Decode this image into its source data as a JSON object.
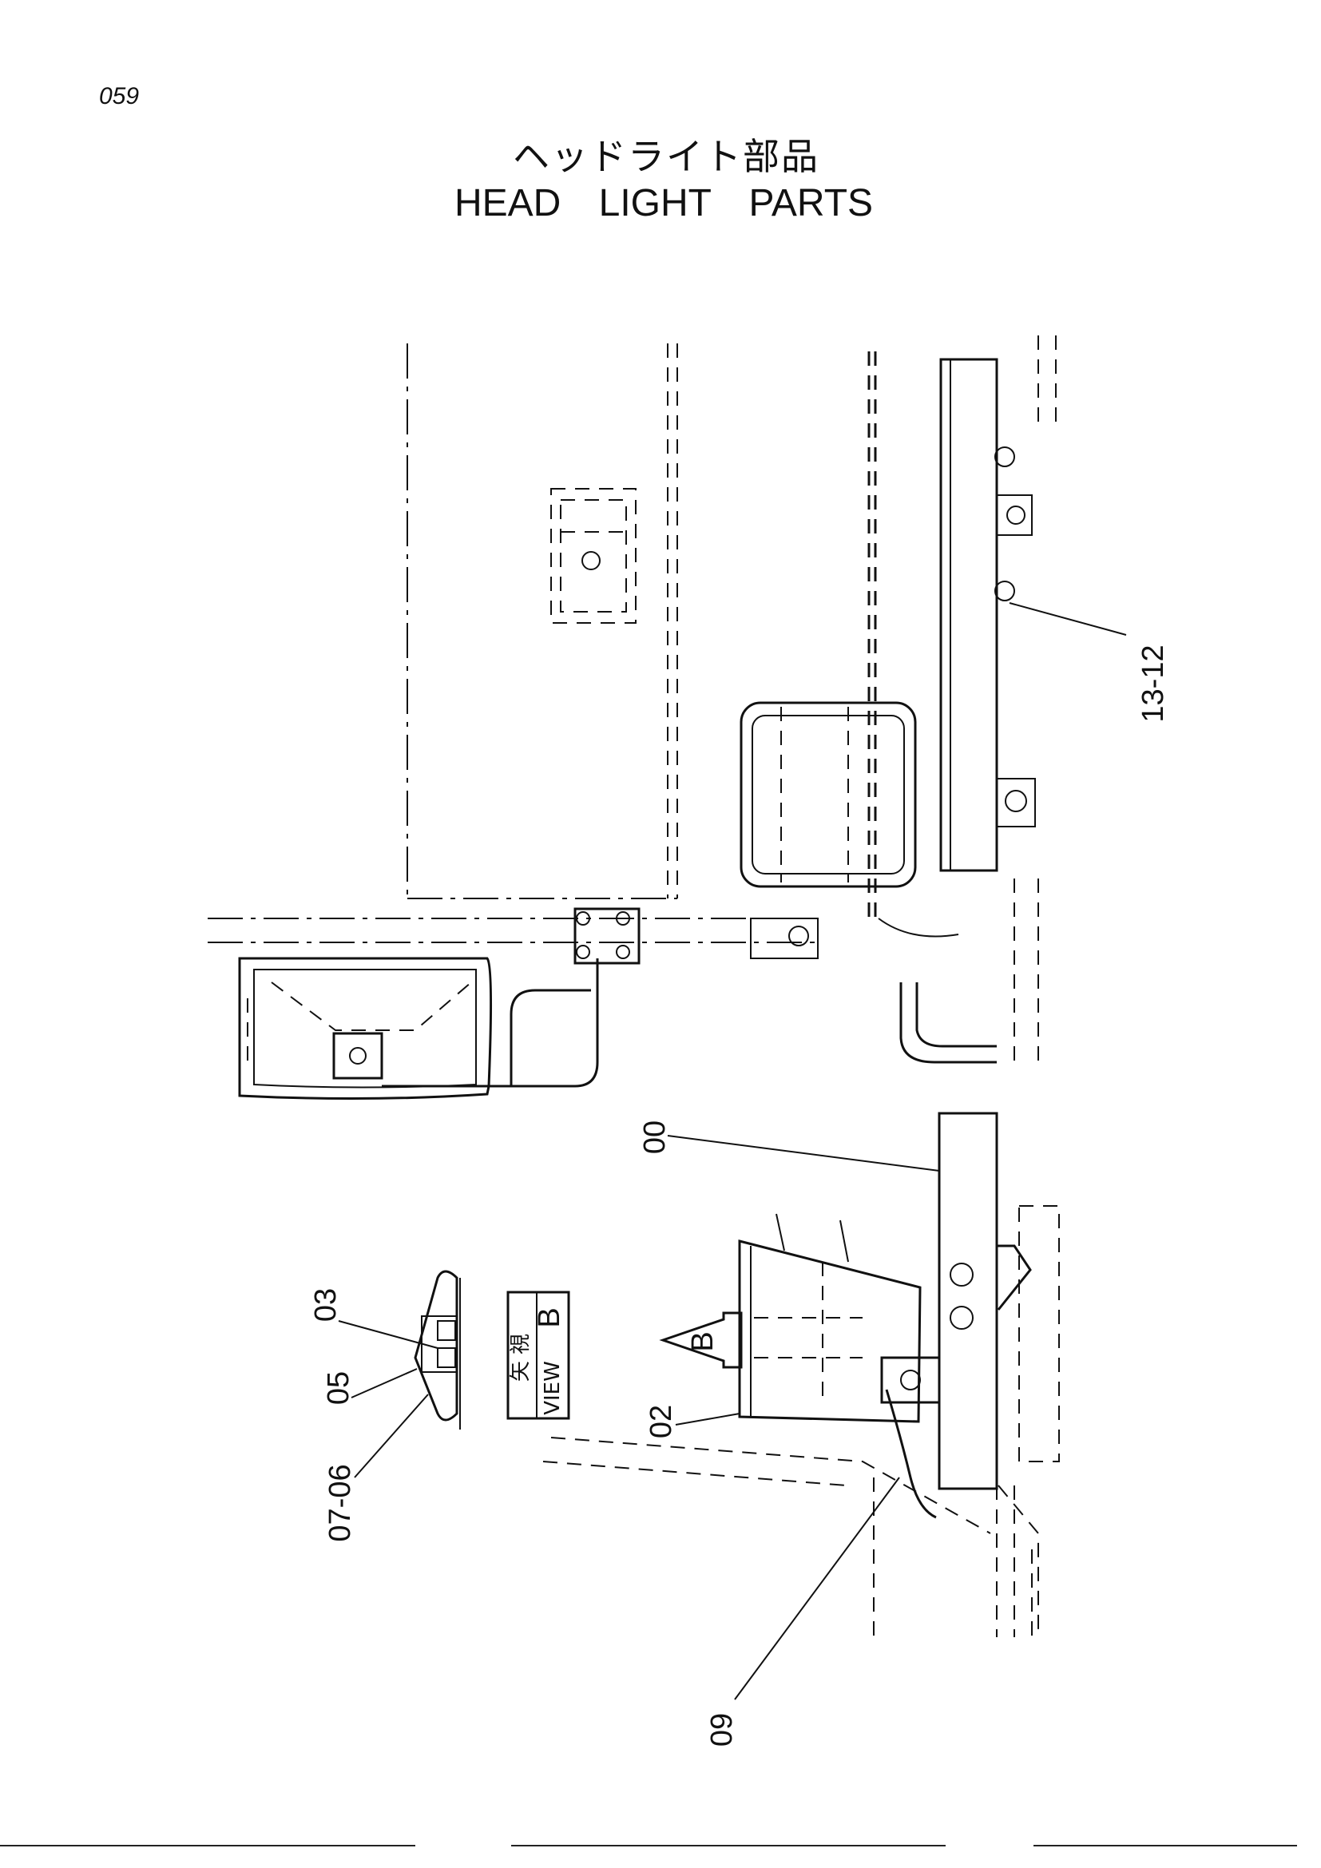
{
  "page_number": "059",
  "title": {
    "japanese": "ヘッドライト部品",
    "english": "HEAD LIGHT PARTS"
  },
  "callouts": {
    "c13_12": "13-12",
    "c00": "00",
    "c02": "02",
    "c03": "03",
    "c05": "05",
    "c07_06": "07-06",
    "c09": "09"
  },
  "view_label": {
    "japanese": "矢 視",
    "english": "VIEW",
    "letter": "B"
  },
  "arrow_letter": "B"
}
